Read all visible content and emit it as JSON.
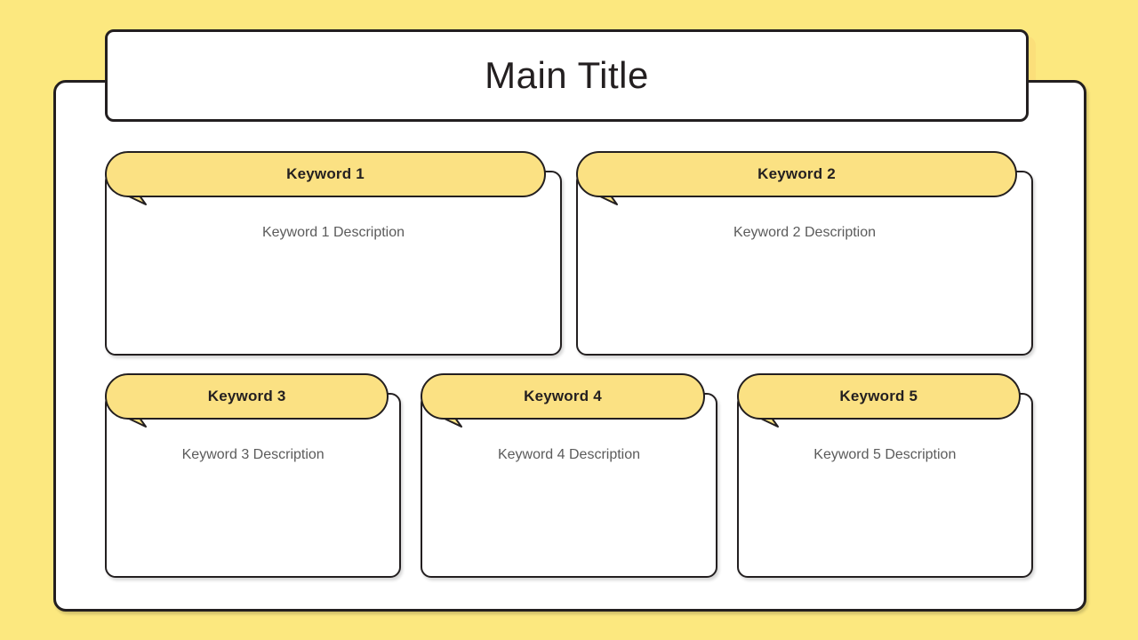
{
  "theme": {
    "background": "#fce87f",
    "bubble_yellow": "#fbe183",
    "ink": "#231f20",
    "card_background": "#ffffff",
    "description_text": "#5b5b5b"
  },
  "header": {
    "title": "Main Title"
  },
  "rows": [
    {
      "name": "top-row",
      "cards": [
        {
          "label": "Keyword 1",
          "description": "Keyword 1 Description"
        },
        {
          "label": "Keyword 2",
          "description": "Keyword 2 Description"
        }
      ]
    },
    {
      "name": "bottom-row",
      "cards": [
        {
          "label": "Keyword 3",
          "description": "Keyword 3 Description"
        },
        {
          "label": "Keyword 4",
          "description": "Keyword 4 Description"
        },
        {
          "label": "Keyword 5",
          "description": "Keyword 5 Description"
        }
      ]
    }
  ]
}
